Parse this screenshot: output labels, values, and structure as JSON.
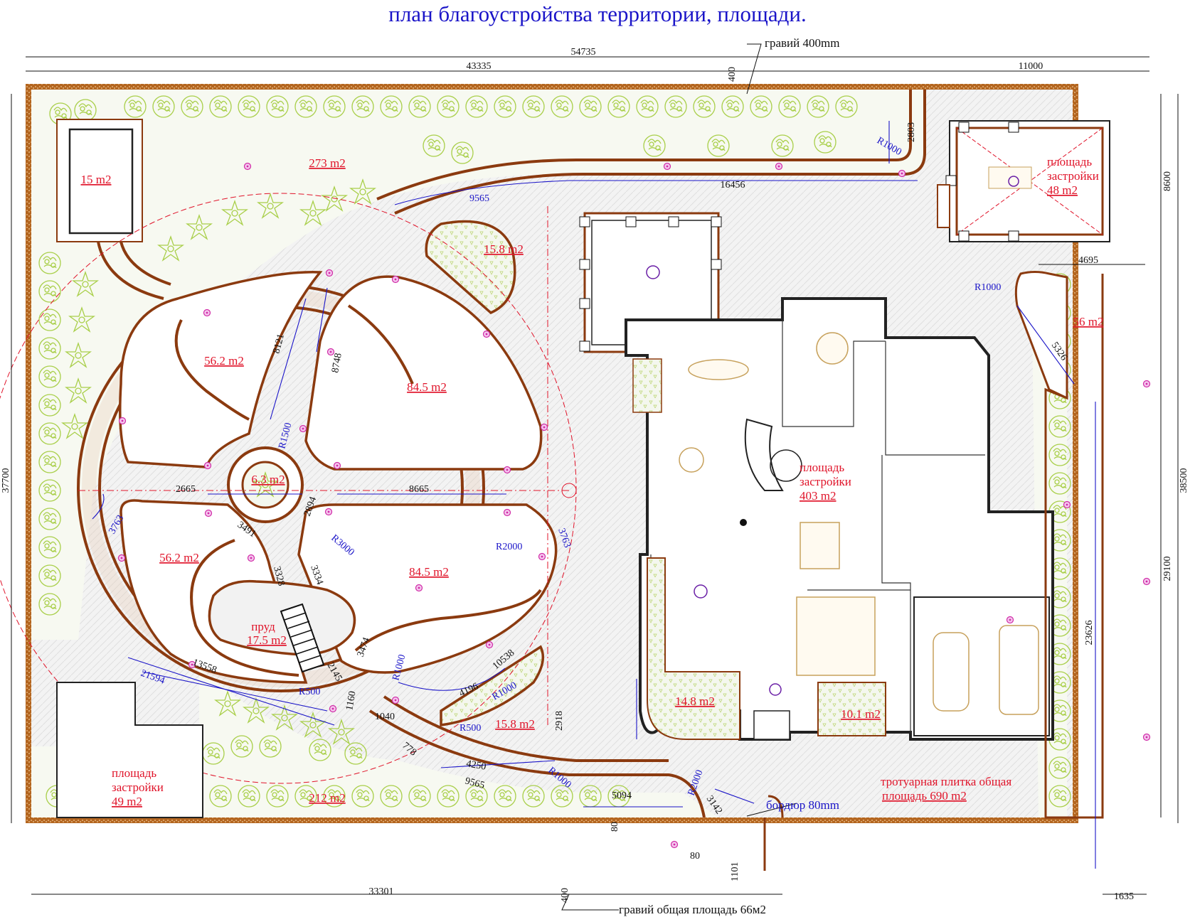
{
  "title": "план благоустройства территории, площади.",
  "dimensions": {
    "top_total": "54735",
    "top_left": "43335",
    "top_right": "11000",
    "top_gap": "400",
    "gravel_top": "гравий 400mm",
    "left_total": "37700",
    "right_total": "38500",
    "right_top": "8600",
    "right_bottom": "29100",
    "bottom_total": "33301",
    "bottom_gap": "400",
    "bottom_right": "1635",
    "r_top": "R1000",
    "d2803": "2803",
    "d16456": "16456",
    "d9565a": "9565",
    "d8121": "8121",
    "d8748": "8748",
    "r1500": "R1500",
    "d2665": "2665",
    "d8665": "8665",
    "d3763a": "3763",
    "d3763b": "3763",
    "d3491": "3491",
    "d2894": "2894",
    "r3000": "R3000",
    "r2000": "R2000",
    "d3328": "3328",
    "d3334": "3334",
    "d3474": "3474",
    "r1000b": "R1000",
    "d10538": "10538",
    "d13558": "13558",
    "d21594": "21594",
    "r500a": "R500",
    "d2145": "2145",
    "d1160": "1160",
    "d1040": "1040",
    "d4196": "4196",
    "r1000c": "R1000",
    "d2918": "2918",
    "r500b": "R500",
    "d778": "778",
    "d4250": "4250",
    "d9565b": "9565",
    "r1000d": "R1000",
    "d5094": "5094",
    "r2000b": "R2000",
    "d3142": "3142",
    "d80a": "80",
    "d80b": "80",
    "d1101": "1101",
    "d4695": "4695",
    "r1000e": "R1000",
    "d5326": "5326",
    "d23626": "23626"
  },
  "areas": {
    "a15": "15 m2",
    "a273": "273 m2",
    "a158top": "15.8 m2",
    "a562top": "56.2 m2",
    "a845top": "84.5 m2",
    "a63": "6.3 m2",
    "a562bot": "56.2 m2",
    "a845bot": "84.5 m2",
    "pond_label": "пруд",
    "pond_area": "17.5 m2",
    "a158bot": "15.8 m2",
    "a212": "212 m2",
    "build49_l1": "площадь",
    "build49_l2": "застройки",
    "build49_l3": "49 m2",
    "house_l1": "площадь",
    "house_l2": "застройки",
    "house_l3": "403 m2",
    "pav_l1": "площадь",
    "pav_l2": "застройки",
    "pav_l3": "48 m2",
    "a56": "56 m2",
    "a148": "14.8 m2",
    "a101": "10.1 m2",
    "paving_l1": "тротуарная плитка общая",
    "paving_l2": "площадь  690 m2"
  },
  "notes": {
    "curb": "бордюр 80mm",
    "gravel_bottom": "гравий общая площадь 66м2"
  },
  "colors": {
    "title": "#1a14c8",
    "area_label": "#e0142a",
    "dimension_blue": "#1a14c8",
    "curb": "#8b3a0f",
    "gravel": "#c98a52",
    "shrub": "#a9cf4a",
    "lawn_hatch": "#e8eedd",
    "paving": "#ececec"
  }
}
